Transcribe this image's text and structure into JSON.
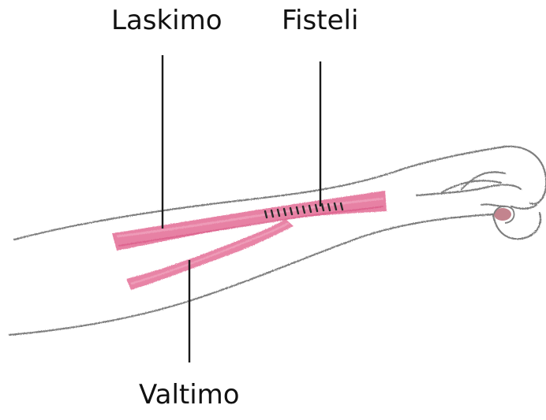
{
  "labels": {
    "vein": "Laskimo",
    "fistula": "Fisteli",
    "artery": "Valtimo"
  },
  "colors": {
    "vessel": "#e46f97",
    "vessel_light": "#f0a3bd",
    "outline": "#7d7d7d",
    "leader": "#1a1a1a",
    "fistula_stitches": "#2a2a2a",
    "nail": "#b86f7a"
  }
}
